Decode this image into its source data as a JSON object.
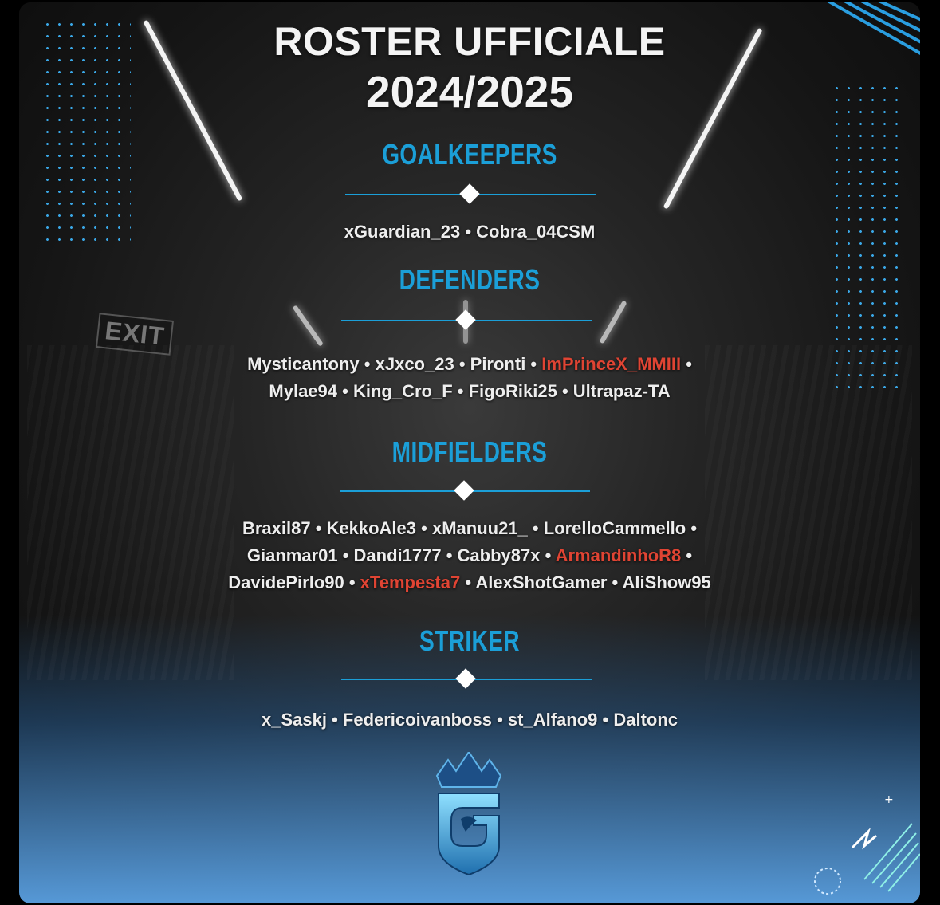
{
  "header": {
    "title_line1": "ROSTER UFFICIALE",
    "title_line2": "2024/2025"
  },
  "sections": {
    "goalkeepers": {
      "title": "GOALKEEPERS",
      "lines": [
        [
          {
            "name": "xGuardian_23",
            "hl": false
          },
          {
            "name": "Cobra_04CSM",
            "hl": false
          }
        ]
      ]
    },
    "defenders": {
      "title": "DEFENDERS",
      "lines": [
        [
          {
            "name": "Mysticantony",
            "hl": false
          },
          {
            "name": "xJxco_23",
            "hl": false
          },
          {
            "name": "Pironti",
            "hl": false
          },
          {
            "name": "ImPrinceX_MMIII",
            "hl": true
          }
        ],
        [
          {
            "name": "Mylae94",
            "hl": false
          },
          {
            "name": "King_Cro_F",
            "hl": false
          },
          {
            "name": "FigoRiki25",
            "hl": false
          },
          {
            "name": "Ultrapaz-TA",
            "hl": false
          }
        ]
      ]
    },
    "midfielders": {
      "title": "MIDFIELDERS",
      "lines": [
        [
          {
            "name": "Braxil87",
            "hl": false
          },
          {
            "name": "KekkoAle3",
            "hl": false
          },
          {
            "name": "xManuu21_",
            "hl": false
          },
          {
            "name": "LorelloCammello",
            "hl": false
          }
        ],
        [
          {
            "name": "Gianmar01",
            "hl": false
          },
          {
            "name": "Dandi1777",
            "hl": false
          },
          {
            "name": "Cabby87x",
            "hl": false
          },
          {
            "name": "ArmandinhoR8",
            "hl": true
          }
        ],
        [
          {
            "name": "DavidePirlo90",
            "hl": false
          },
          {
            "name": "xTempesta7",
            "hl": true
          },
          {
            "name": "AlexShotGamer",
            "hl": false
          },
          {
            "name": "AliShow95",
            "hl": false
          }
        ]
      ]
    },
    "striker": {
      "title": "STRIKER",
      "lines": [
        [
          {
            "name": "x_Saskj",
            "hl": false
          },
          {
            "name": "Federicoivanboss",
            "hl": false
          },
          {
            "name": "st_Alfano9",
            "hl": false
          },
          {
            "name": "Daltonc",
            "hl": false
          }
        ]
      ]
    }
  },
  "separator": "•",
  "background_sign": "EXIT",
  "icons": {
    "logo": "crown-shield-logo-icon",
    "divider": "diamond-icon"
  },
  "colors": {
    "accent": "#1b9fd8",
    "highlight": "#e04433",
    "text": "#eeeeee"
  }
}
